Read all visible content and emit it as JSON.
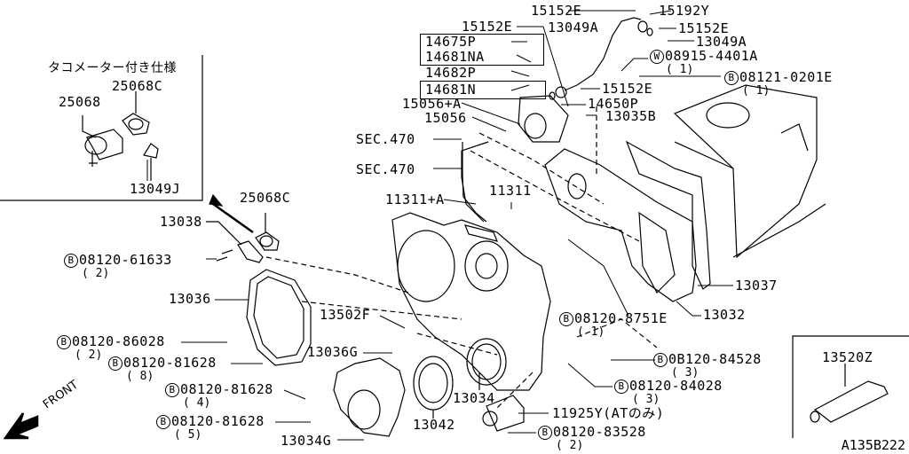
{
  "diagram_code": "A135B222",
  "front_label": "FRONT",
  "inset_tacho": {
    "title": "タコメーター付き仕様",
    "parts": [
      "25068C",
      "25068",
      "13049J"
    ]
  },
  "inset_sealant": {
    "parts": [
      "13520Z"
    ]
  },
  "callouts": {
    "p15152E_top": "15152E",
    "p15192Y": "15192Y",
    "p15152E_2": "15152E",
    "p13049A_1": "13049A",
    "p13049A_2": "13049A",
    "p15152E_3": "15152E",
    "p15152E_4": "15152E",
    "p14675P": "14675P",
    "p14681NA": "14681NA",
    "p14682P": "14682P",
    "p14681N": "14681N",
    "p15056A": "15056+A",
    "p15056": "15056",
    "p14650P": "14650P",
    "p13035B": "13035B",
    "sec470_a": "SEC.470",
    "sec470_b": "SEC.470",
    "p11311A": "11311+A",
    "p11311": "11311",
    "p25068C": "25068C",
    "p13038": "13038",
    "p13036": "13036",
    "p13502F": "13502F",
    "p13036G": "13036G",
    "p13034": "13034",
    "p13042": "13042",
    "p13034G": "13034G",
    "p13037": "13037",
    "p13032": "13032",
    "p11925Y": "11925Y(ATのみ)"
  },
  "fasteners": [
    {
      "prefix": "W",
      "part": "08915-4401A",
      "qty": "( 1)"
    },
    {
      "prefix": "B",
      "part": "08121-0201E",
      "qty": "( 1)"
    },
    {
      "prefix": "B",
      "part": "08120-61633",
      "qty": "( 2)"
    },
    {
      "prefix": "B",
      "part": "08120-86028",
      "qty": "( 2)"
    },
    {
      "prefix": "B",
      "part": "08120-81628",
      "qty": "( 8)"
    },
    {
      "prefix": "B",
      "part": "08120-81628",
      "qty": "( 4)"
    },
    {
      "prefix": "B",
      "part": "08120-81628",
      "qty": "( 5)"
    },
    {
      "prefix": "B",
      "part": "08120-8751E",
      "qty": "( 1)"
    },
    {
      "prefix": "B",
      "part": "0B120-84528",
      "qty": "( 3)"
    },
    {
      "prefix": "B",
      "part": "08120-84028",
      "qty": "( 3)"
    },
    {
      "prefix": "B",
      "part": "08120-83528",
      "qty": "( 2)"
    }
  ]
}
